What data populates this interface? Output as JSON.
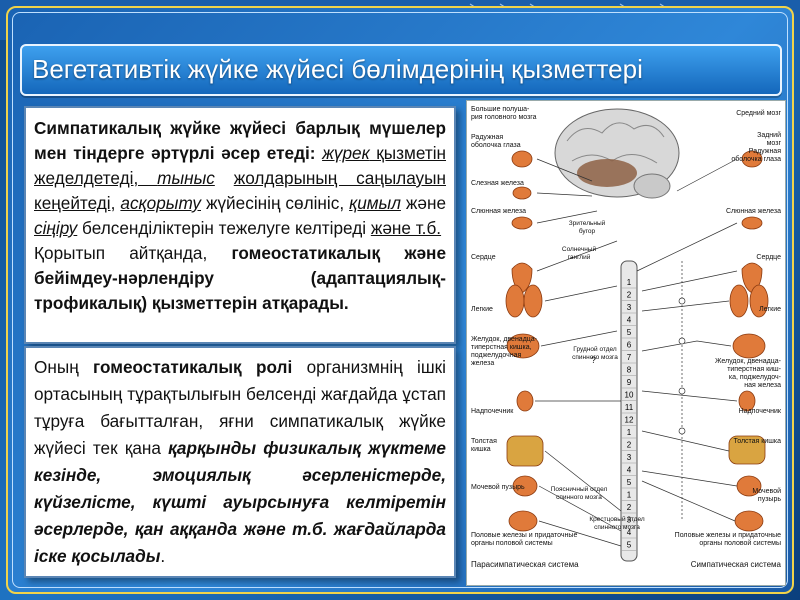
{
  "slide": {
    "title": "Вегетативтік жүйке жүйесі бөлімдерінің қызметтері"
  },
  "panel1": {
    "p1_bold": "Симпатикалық жүйке жүйесі барлық мүшелер мен тіндерге әртүрлі әсер етеді:",
    "p1_w1": "жүрек",
    "p1_t1": " қызметін жеделдетеді, ",
    "p1_w2": "тыныс",
    "p1_t2": "жолдарының саңылауын кеңейтеді,",
    "p1_w3": "асқорыту",
    "p1_t3": " жүйесінің сөлініс, ",
    "p1_w4": "қимыл",
    "p1_t4": " және ",
    "p1_w5": "сіңіру",
    "p1_t5": " белсенділіктерін тежелуге келтіреді",
    "p1_t6": "және т.б.",
    "p2_text": "Қорытып айтқанда, ",
    "p2_bold": "гомеостатикалық және бейімдеу-нәрлендіру (адаптациялық-трофикалық) қызметтерін атқарады."
  },
  "panel2": {
    "t1": "Оның ",
    "b1": "гомеостатикалық ролі",
    "t2": " организмнің ішкі ортасының тұрақтылығын белсенді жағдайда ұстап тұруға бағытталған, яғни симпатикалық жүйке жүйесі тек қана ",
    "ib1": "қарқынды физикалық жүктеме кезінде, эмоциялық әсерленістерде, күйзелісте, күшті ауырсынуға келтіретін әсерлерде, қан аққанда және т.б. жағдайларда іске қосылады",
    "t3": "."
  },
  "diagram": {
    "labels_left": [
      "Большие полуша-\nрия головного мозга",
      "Радужная\nоболочка глаза",
      "Слезная железа",
      "Слюнная железа",
      "Сердце",
      "Легкие",
      "Желудок, двенадца-\nтиперстная кишка,\nподжелудочная\nжелеза",
      "Надпочечник",
      "Толстая\nкишка",
      "Мочевой пузырь",
      "Половые железы и придаточные\nорганы половой системы",
      "Парасимпатическая система"
    ],
    "labels_center": [
      "Зрительный\nбугор",
      "Солнечный\nганглий",
      "Грудной отдел\nспинного мозга",
      "Поясничный отдел\nспинного мозга",
      "Крестцовый отдел\nспинного мозга"
    ],
    "labels_right": [
      "Средний мозг",
      "Задний\nмозг",
      "Радужная\nоболочка глаза",
      "Слюнная железа",
      "Сердце",
      "Легкие",
      "Желудок, двенадца-\nтиперстная киш-\nка, поджелудоч-\nная железа",
      "Надпочечник",
      "Толстая кишка",
      "Мочевой\nпузырь",
      "Половые железы и придаточные\nорганы половой системы",
      "Симпатическая система"
    ],
    "spine_numbers": [
      "1",
      "2",
      "3",
      "4",
      "5",
      "6",
      "7",
      "8",
      "9",
      "10",
      "11",
      "12",
      "1",
      "2",
      "3",
      "4",
      "5",
      "1",
      "2",
      "3",
      "4",
      "5"
    ],
    "question_mark": "?"
  }
}
